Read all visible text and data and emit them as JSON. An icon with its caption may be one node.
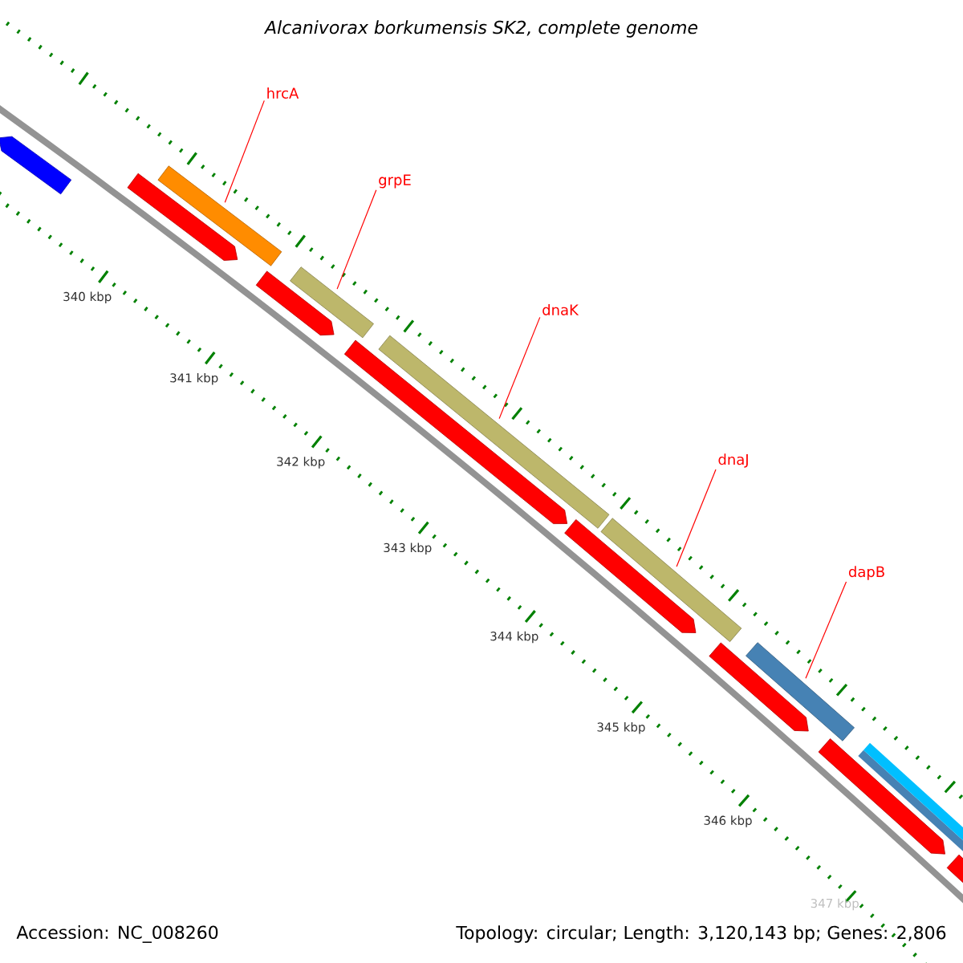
{
  "diagram": {
    "title": "Alcanivorax borkumensis SK2, complete genome",
    "nodes": [
      {
        "text": [
          "hrcA"
        ]
      },
      {
        "text": [],
        "shape": "bar"
      },
      {
        "text": [
          "grpE"
        ]
      },
      {
        "text": [],
        "shape": "bar"
      },
      {
        "text": [
          "dnaK"
        ]
      },
      {
        "text": [],
        "shape": "bar"
      },
      {
        "text": [
          "dnaJ"
        ]
      },
      {
        "text": [],
        "shape": "bar"
      },
      {
        "text": [
          "dapB"
        ]
      },
      {
        "text": [],
        "shape": "bar"
      }
    ],
    "edges": [
      {
        "from": 0,
        "to": 1,
        "arrow": "none"
      },
      {
        "from": 2,
        "to": 3,
        "arrow": "none"
      },
      {
        "from": 4,
        "to": 5,
        "arrow": "none"
      },
      {
        "from": 6,
        "to": 7,
        "arrow": "none"
      },
      {
        "from": 8,
        "to": 9,
        "arrow": "none"
      }
    ],
    "labels": [
      "340 kbp",
      "341 kbp",
      "342 kbp",
      "343 kbp",
      "344 kbp",
      "345 kbp",
      "346 kbp",
      "347 kbp",
      "Accession: NC_008260",
      "Topology: circular; Length: 3,120,143 bp; Genes: 2,806"
    ]
  }
}
